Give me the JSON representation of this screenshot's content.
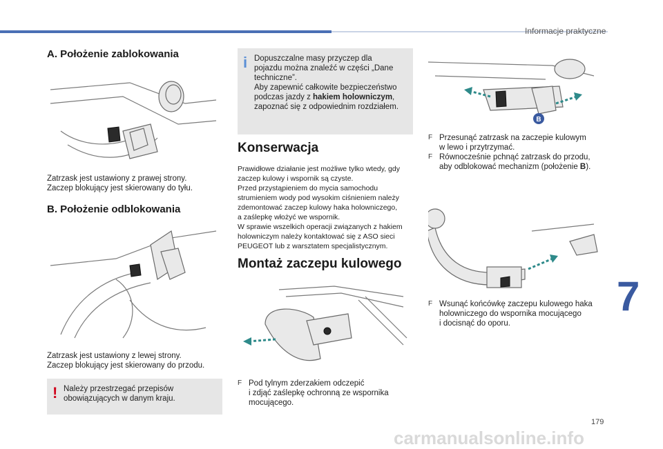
{
  "header": {
    "section": "Informacje praktyczne"
  },
  "left": {
    "title_a": "A. Położenie zablokowania",
    "caption_a_1": "Zatrzask jest ustawiony z prawej strony.",
    "caption_a_2": "Zaczep blokujący jest skierowany do tyłu.",
    "title_b": "B. Położenie odblokowania",
    "caption_b_1": "Zatrzask jest ustawiony z lewej strony.",
    "caption_b_2": "Zaczep blokujący jest skierowany do przodu.",
    "warning_1": "Należy przestrzegać przepisów",
    "warning_2": "obowiązujących w danym kraju."
  },
  "middle": {
    "info_1": "Dopuszczalne masy przyczep dla",
    "info_2": "pojazdu można znaleźć w części „Dane",
    "info_3": "techniczne”.",
    "info_4": "Aby zapewnić całkowite bezpieczeństwo",
    "info_5a": "podczas jazdy z ",
    "info_5b": "hakiem holowniczym",
    "info_5c": ",",
    "info_6": "zapoznać się z odpowiednim rozdziałem.",
    "konserwacja_title": "Konserwacja",
    "k1": "Prawidłowe działanie jest możliwe tylko wtedy, gdy",
    "k2": "zaczep kulowy i wspornik są czyste.",
    "k3": "Przed przystąpieniem do mycia samochodu",
    "k4": "strumieniem wody pod wysokim ciśnieniem należy",
    "k5": "zdemontować zaczep kulowy haka holowniczego,",
    "k6": "a zaślepkę włożyć we wspornik.",
    "k7": "W sprawie wszelkich operacji związanych z hakiem",
    "k8": "holowniczym należy kontaktować się z ASO sieci",
    "k9": "PEUGEOT lub z warsztatem specjalistycznym.",
    "montaz_title": "Montaż zaczepu kulowego",
    "step_1a": "Pod tylnym zderzakiem odczepić",
    "step_1b": "i zdjąć zaślepkę ochronną ze wspornika",
    "step_1c": "mocującego."
  },
  "right": {
    "b_label": "B",
    "s1a": "Przesunąć zatrzask na zaczepie kulowym",
    "s1b": "w lewo i przytrzymać.",
    "s2a": "Równocześnie pchnąć zatrzask do przodu,",
    "s2b": "aby odblokować mechanizm (położenie ",
    "s2c": "B",
    "s2d": ").",
    "s3a": "Wsunąć końcówkę zaczepu kulowego haka",
    "s3b": "holowniczego do wspornika mocującego",
    "s3c": "i docisnąć do oporu."
  },
  "bullet_glyph": "F",
  "chapter_number": "7",
  "page_number": "179",
  "watermark": "carmanualsonline.info"
}
